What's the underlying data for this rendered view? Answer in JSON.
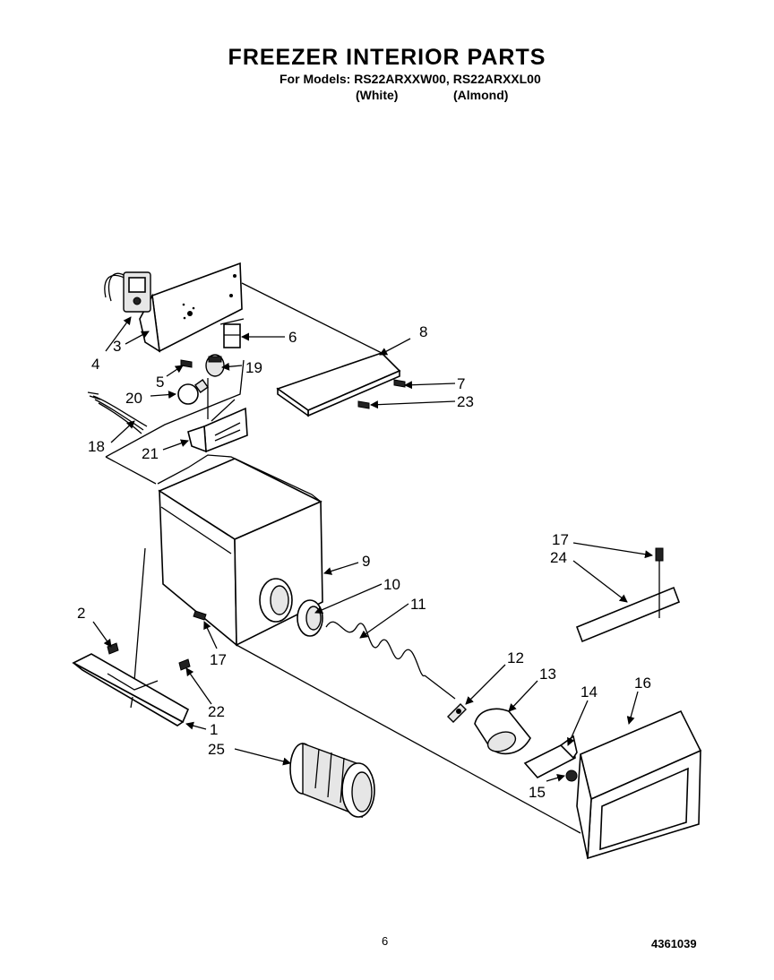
{
  "header": {
    "title": "FREEZER INTERIOR PARTS",
    "models_line": "For Models: RS22ARXXW00, RS22ARXXL00",
    "color_white": "(White)",
    "color_almond": "(Almond)"
  },
  "callouts": {
    "c1": "1",
    "c2": "2",
    "c3": "3",
    "c4": "4",
    "c5": "5",
    "c6": "6",
    "c7": "7",
    "c8": "8",
    "c9": "9",
    "c10": "10",
    "c11": "11",
    "c12": "12",
    "c13": "13",
    "c14": "14",
    "c15": "15",
    "c16": "16",
    "c17a": "17",
    "c17b": "17",
    "c18": "18",
    "c19": "19",
    "c20": "20",
    "c21": "21",
    "c22": "22",
    "c23": "23",
    "c24": "24",
    "c25": "25"
  },
  "footer": {
    "page_number": "6",
    "document_number": "4361039"
  }
}
